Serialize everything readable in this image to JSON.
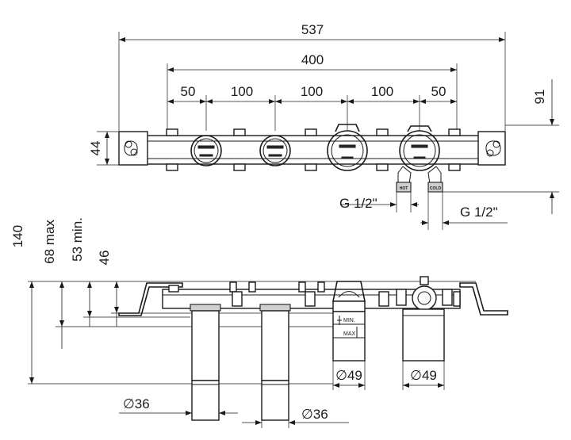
{
  "top_view": {
    "dims": {
      "overall_width": "537",
      "mounting_span": "400",
      "spacing_1": "50",
      "spacing_2": "100",
      "spacing_3": "100",
      "spacing_4": "100",
      "spacing_5": "50",
      "height_left": "44",
      "height_right": "91",
      "connection_1": "G 1/2\"",
      "connection_2": "G 1/2\""
    },
    "port_labels": {
      "hot": "HOT",
      "cold": "COLD"
    }
  },
  "side_view": {
    "dims": {
      "total_depth": "140",
      "depth_max": "68 max",
      "depth_min": "53 min.",
      "depth_46": "46",
      "dia_left_1": "∅36",
      "dia_left_2": "∅36",
      "dia_right_1": "∅49",
      "dia_right_2": "∅49"
    },
    "gauge_labels": {
      "min": "MIN.",
      "max": "MAX"
    }
  }
}
